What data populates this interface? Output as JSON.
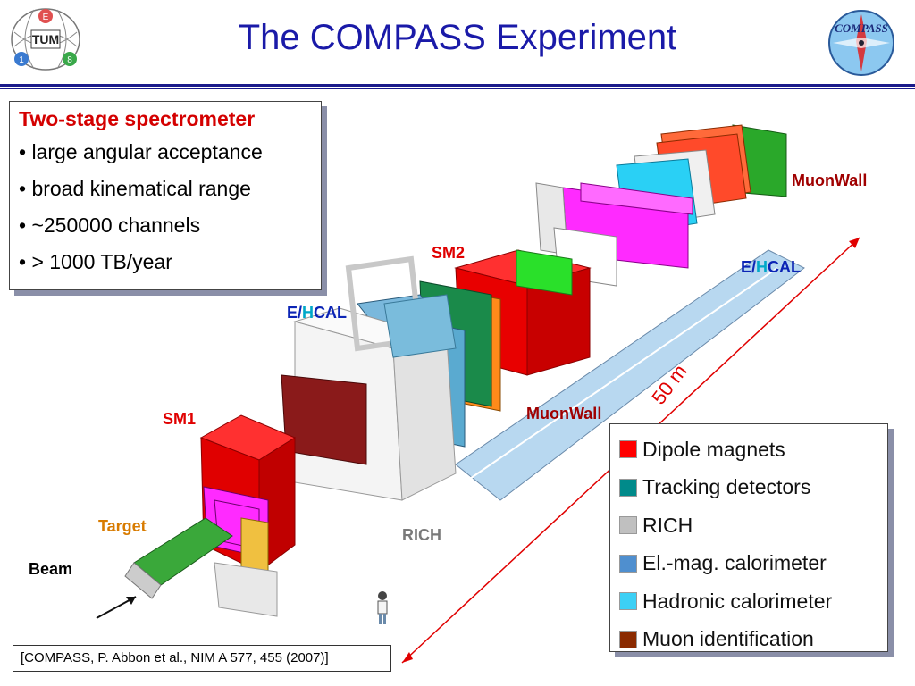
{
  "title": "The COMPASS Experiment",
  "logos": {
    "tum_letters": [
      "E",
      "TUM",
      "1",
      "8"
    ],
    "compass_text": "COMPASS"
  },
  "infobox": {
    "heading": "Two-stage spectrometer",
    "items": [
      "• large angular acceptance",
      "• broad kinematical range",
      "• ~250000 channels",
      "• > 1000 TB/year"
    ]
  },
  "labels": {
    "muonwall_right": "MuonWall",
    "ehcal_right_e": "E/",
    "ehcal_right_h": "H",
    "ehcal_right_cal": "CAL",
    "sm2": "SM2",
    "ehcal_left_e": "E/",
    "ehcal_left_h": "H",
    "ehcal_left_cal": "CAL",
    "sm1": "SM1",
    "muonwall_mid": "MuonWall",
    "target": "Target",
    "rich": "RICH",
    "beam": "Beam",
    "distance": "50 m"
  },
  "legend": [
    {
      "label": "Dipole magnets",
      "color": "#ff0000"
    },
    {
      "label": "Tracking detectors",
      "color": "#008a8a"
    },
    {
      "label": "RICH",
      "color": "#c0c0c0"
    },
    {
      "label": "El.-mag. calorimeter",
      "color": "#4f8fcf"
    },
    {
      "label": "Hadronic calorimeter",
      "color": "#3cd0f5"
    },
    {
      "label": "Muon identification",
      "color": "#8b2a00"
    }
  ],
  "reference": "[COMPASS, P. Abbon et al., NIM A 577, 455 (2007)]"
}
